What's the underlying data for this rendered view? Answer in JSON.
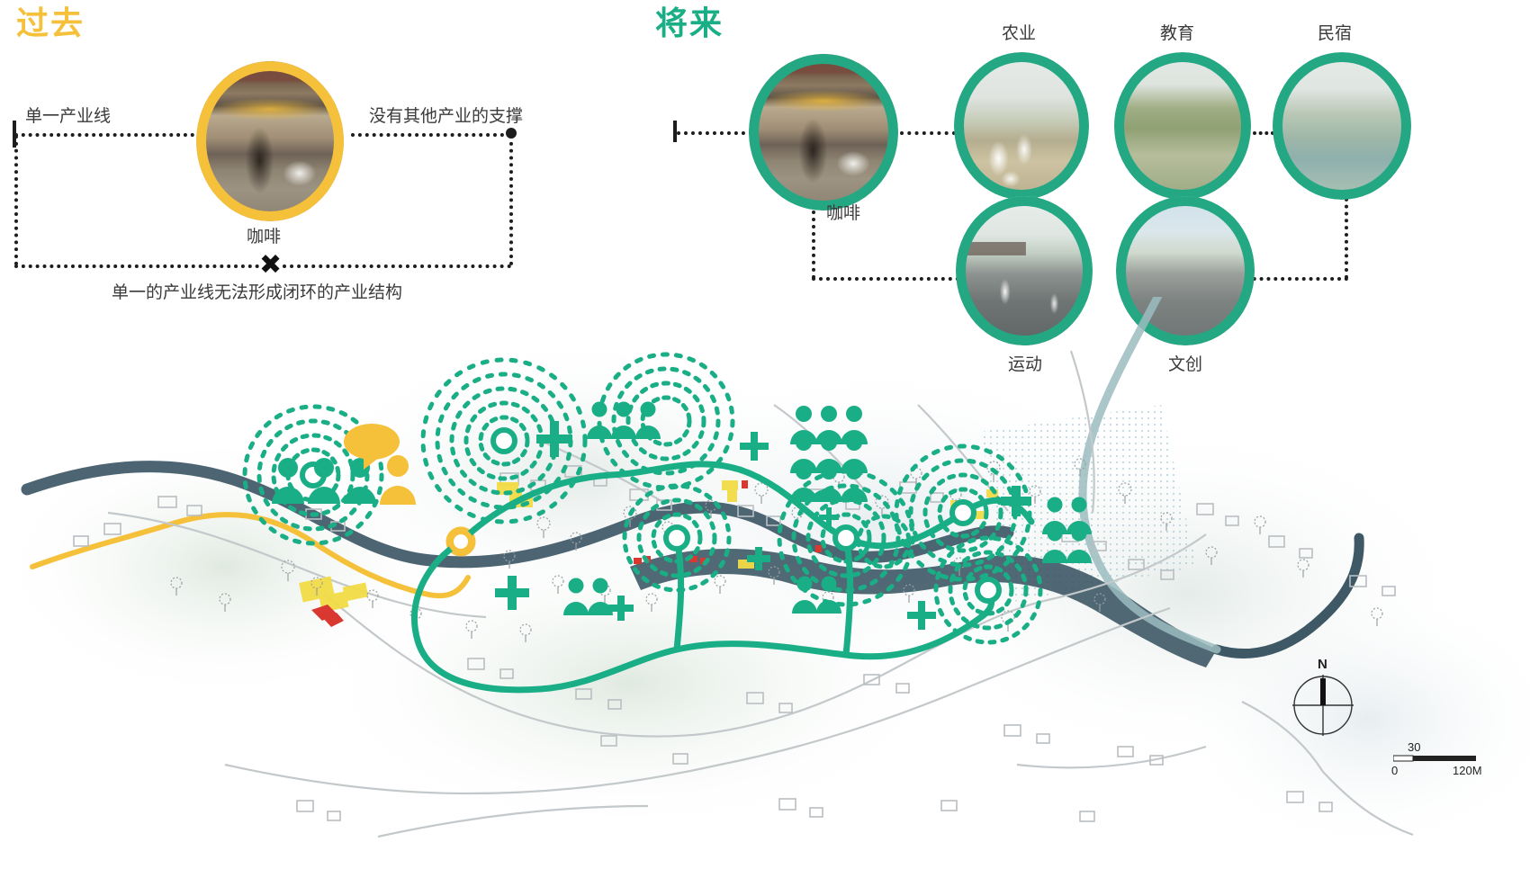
{
  "sections": {
    "past": {
      "title": "过去",
      "color": "#F5C03A",
      "left_label": "单一产业线",
      "right_label": "没有其他产业的支撑",
      "bubble_caption": "咖啡",
      "bottom_caption": "单一的产业线无法形成闭环的产业结构",
      "x_mark": "✖"
    },
    "future": {
      "title": "将来",
      "color": "#1AAE86",
      "bubbles": [
        {
          "id": "cafe",
          "label": "咖啡",
          "label_pos": "below"
        },
        {
          "id": "agri",
          "label": "农业",
          "label_pos": "above"
        },
        {
          "id": "edu",
          "label": "教育",
          "label_pos": "above"
        },
        {
          "id": "stay",
          "label": "民宿",
          "label_pos": "above"
        },
        {
          "id": "sport",
          "label": "运动",
          "label_pos": "below"
        },
        {
          "id": "culture",
          "label": "文创",
          "label_pos": "below"
        }
      ]
    }
  },
  "map": {
    "compass_label": "N",
    "scale": {
      "start": "0",
      "mid": "30",
      "end": "120M"
    },
    "colors": {
      "teal": "#1AAE86",
      "teal_dark": "#17926F",
      "yellow": "#F5C03A",
      "river": "#3E5866",
      "road_grey": "#B9BEC2",
      "red": "#D8382F"
    },
    "icon_groups": [
      {
        "name": "villagers-west",
        "people_teal": 3,
        "people_yellow": 1,
        "has_speech_bubble": true
      },
      {
        "name": "villagers-north",
        "people_teal": 9,
        "people_yellow": 0,
        "has_speech_bubble": false
      },
      {
        "name": "villagers-south",
        "people_teal": 3,
        "people_yellow": 0,
        "has_speech_bubble": false
      },
      {
        "name": "villagers-east",
        "people_teal": 4,
        "people_yellow": 0,
        "has_speech_bubble": false
      }
    ],
    "plus_markers": 7,
    "node_markers": 7
  }
}
